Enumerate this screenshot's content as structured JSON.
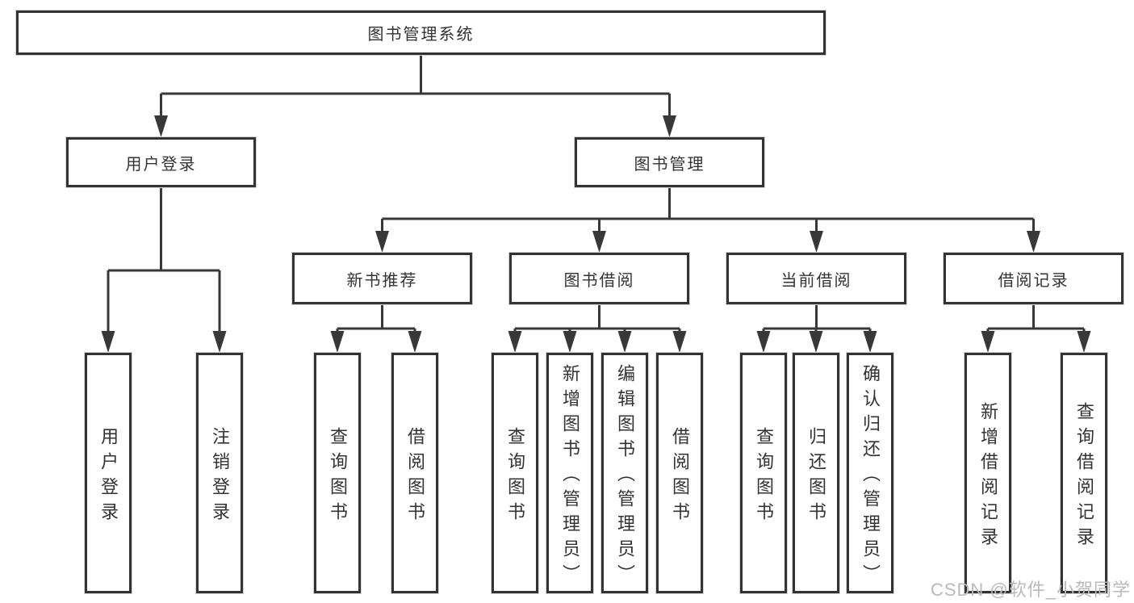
{
  "nodes": {
    "root": "图书管理系统",
    "user_login": "用户登录",
    "book_management": "图书管理",
    "new_book_recommend": "新书推荐",
    "book_borrowing": "图书借阅",
    "current_borrowing": "当前借阅",
    "borrowing_records": "借阅记录"
  },
  "leaves": {
    "user_login": [
      "用户登录",
      "注销登录"
    ],
    "new_book_recommend": [
      "查询图书",
      "借阅图书"
    ],
    "book_borrowing": [
      "查询图书",
      "新增图书（管理员）",
      "编辑图书（管理员）",
      "借阅图书"
    ],
    "current_borrowing": [
      "查询图书",
      "归还图书",
      "确认归还（管理员）"
    ],
    "borrowing_records": [
      "新增借阅记录",
      "查询借阅记录"
    ]
  },
  "watermark": "CSDN @软件_小贺同学",
  "colors": {
    "line": "#383838",
    "border": "#333333",
    "text": "#333333",
    "watermark": "#bababa"
  }
}
